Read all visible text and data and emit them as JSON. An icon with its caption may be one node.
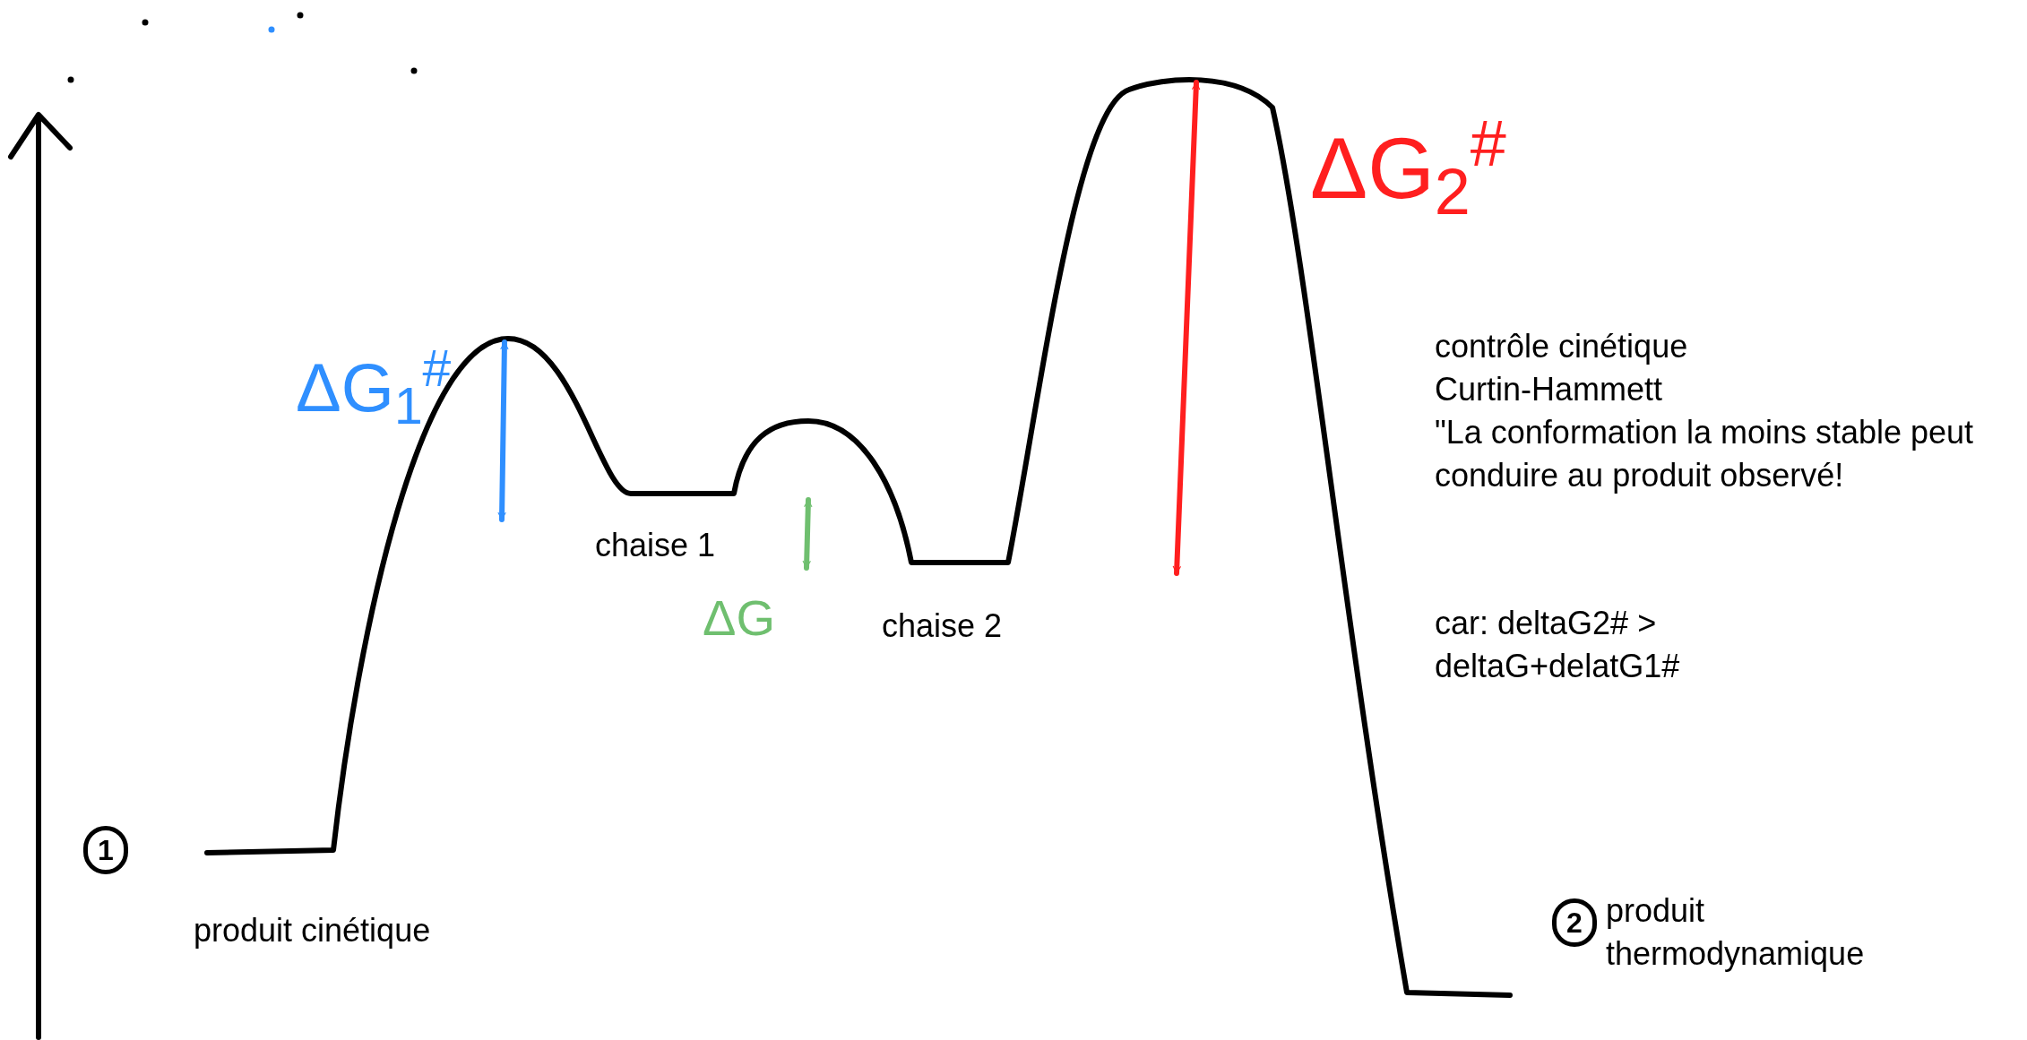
{
  "diagram": {
    "nodes": [
      {
        "text": [
          "1"
        ]
      },
      {
        "text": [
          "2"
        ]
      }
    ],
    "labels": [
      "ΔG$_{2}$$^{#}$",
      "ΔG$_{1}$$^{#}$",
      "contrôle cinétique",
      "Curtin-Hammett",
      "\"La conformation la moins stable peut conduire au produit observé!",
      "chaise 1",
      "ΔG",
      "chaise 2",
      "car: deltaG2# > deltaG+delatG1#",
      "produit cinétique",
      "produit thermodynamique"
    ]
  }
}
